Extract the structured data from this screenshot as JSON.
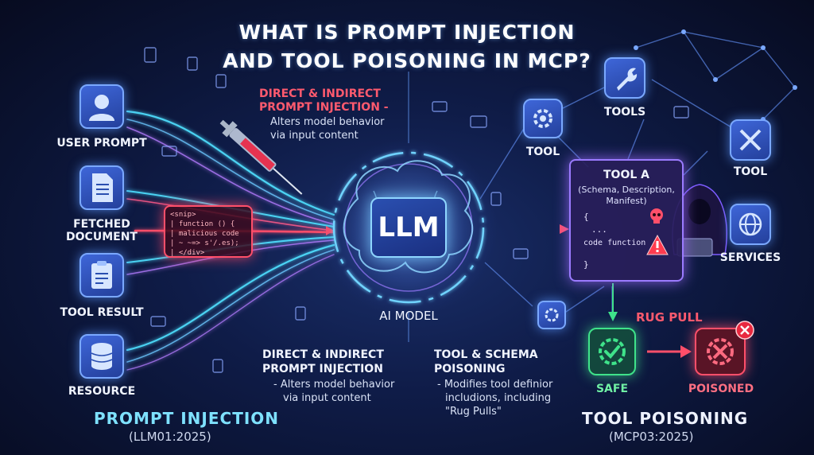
{
  "title": {
    "line1": "WHAT IS PROMPT INJECTION",
    "line2": "AND TOOL POISONING IN MCP?"
  },
  "sources": [
    {
      "label": "USER PROMPT",
      "icon": "user-icon"
    },
    {
      "label": "FETCHED",
      "label2": "DOCUMENT",
      "icon": "document-icon"
    },
    {
      "label": "TOOL RESULT",
      "icon": "clipboard-icon"
    },
    {
      "label": "RESOURCE",
      "icon": "database-icon"
    }
  ],
  "injection_top": {
    "heading1": "DIRECT & INDIRECT",
    "heading2": "PROMPT INJECTION -",
    "desc1": "Alters model behavior",
    "desc2": "via input content"
  },
  "code_snippet": {
    "line1": "<snip>",
    "line2": "|  function  () {",
    "line3": "|     malicious code",
    "line4": "|       ~ ~=> s'/.es);",
    "line5": "|  </div>"
  },
  "llm": {
    "chip": "LLM",
    "label": "AI MODEL"
  },
  "injection_bottom": {
    "heading1": "DIRECT & INDIRECT",
    "heading2": "PROMPT INJECTION",
    "desc1": "- Alters model behavior",
    "desc2": "via input content"
  },
  "schema_poisoning": {
    "heading1": "TOOL & SCHEMA",
    "heading2": "POISONING",
    "desc1": "- Modifies tool definior",
    "desc2": "includions, including",
    "desc3": "\"Rug Pulls\""
  },
  "left_footer": {
    "title": "PROMPT INJECTION",
    "code": "(LLM01:2025)"
  },
  "right_footer": {
    "title": "TOOL POISONING",
    "code": "(MCP03:2025)"
  },
  "tools": [
    {
      "label": "TOOL",
      "icon": "gear-icon"
    },
    {
      "label": "TOOLS",
      "icon": "wrench-icon"
    },
    {
      "label": "TOOL",
      "icon": "wrench-screwdriver-icon"
    },
    {
      "label": "SERVICES",
      "icon": "globe-icon"
    }
  ],
  "tool_a": {
    "title": "TOOL A",
    "meta1": "(Schema, Description,",
    "meta2": "Manifest)",
    "code1": "{",
    "code2": "...",
    "code3": "code function",
    "code4": "}"
  },
  "rug_pull": {
    "label": "RUG PULL",
    "safe": "SAFE",
    "poisoned": "POISONED"
  },
  "colors": {
    "accent_blue": "#7ee1ff",
    "danger_red": "#ff4f6a",
    "safe_green": "#3fe38a",
    "tool_purple": "#9b7bff"
  }
}
